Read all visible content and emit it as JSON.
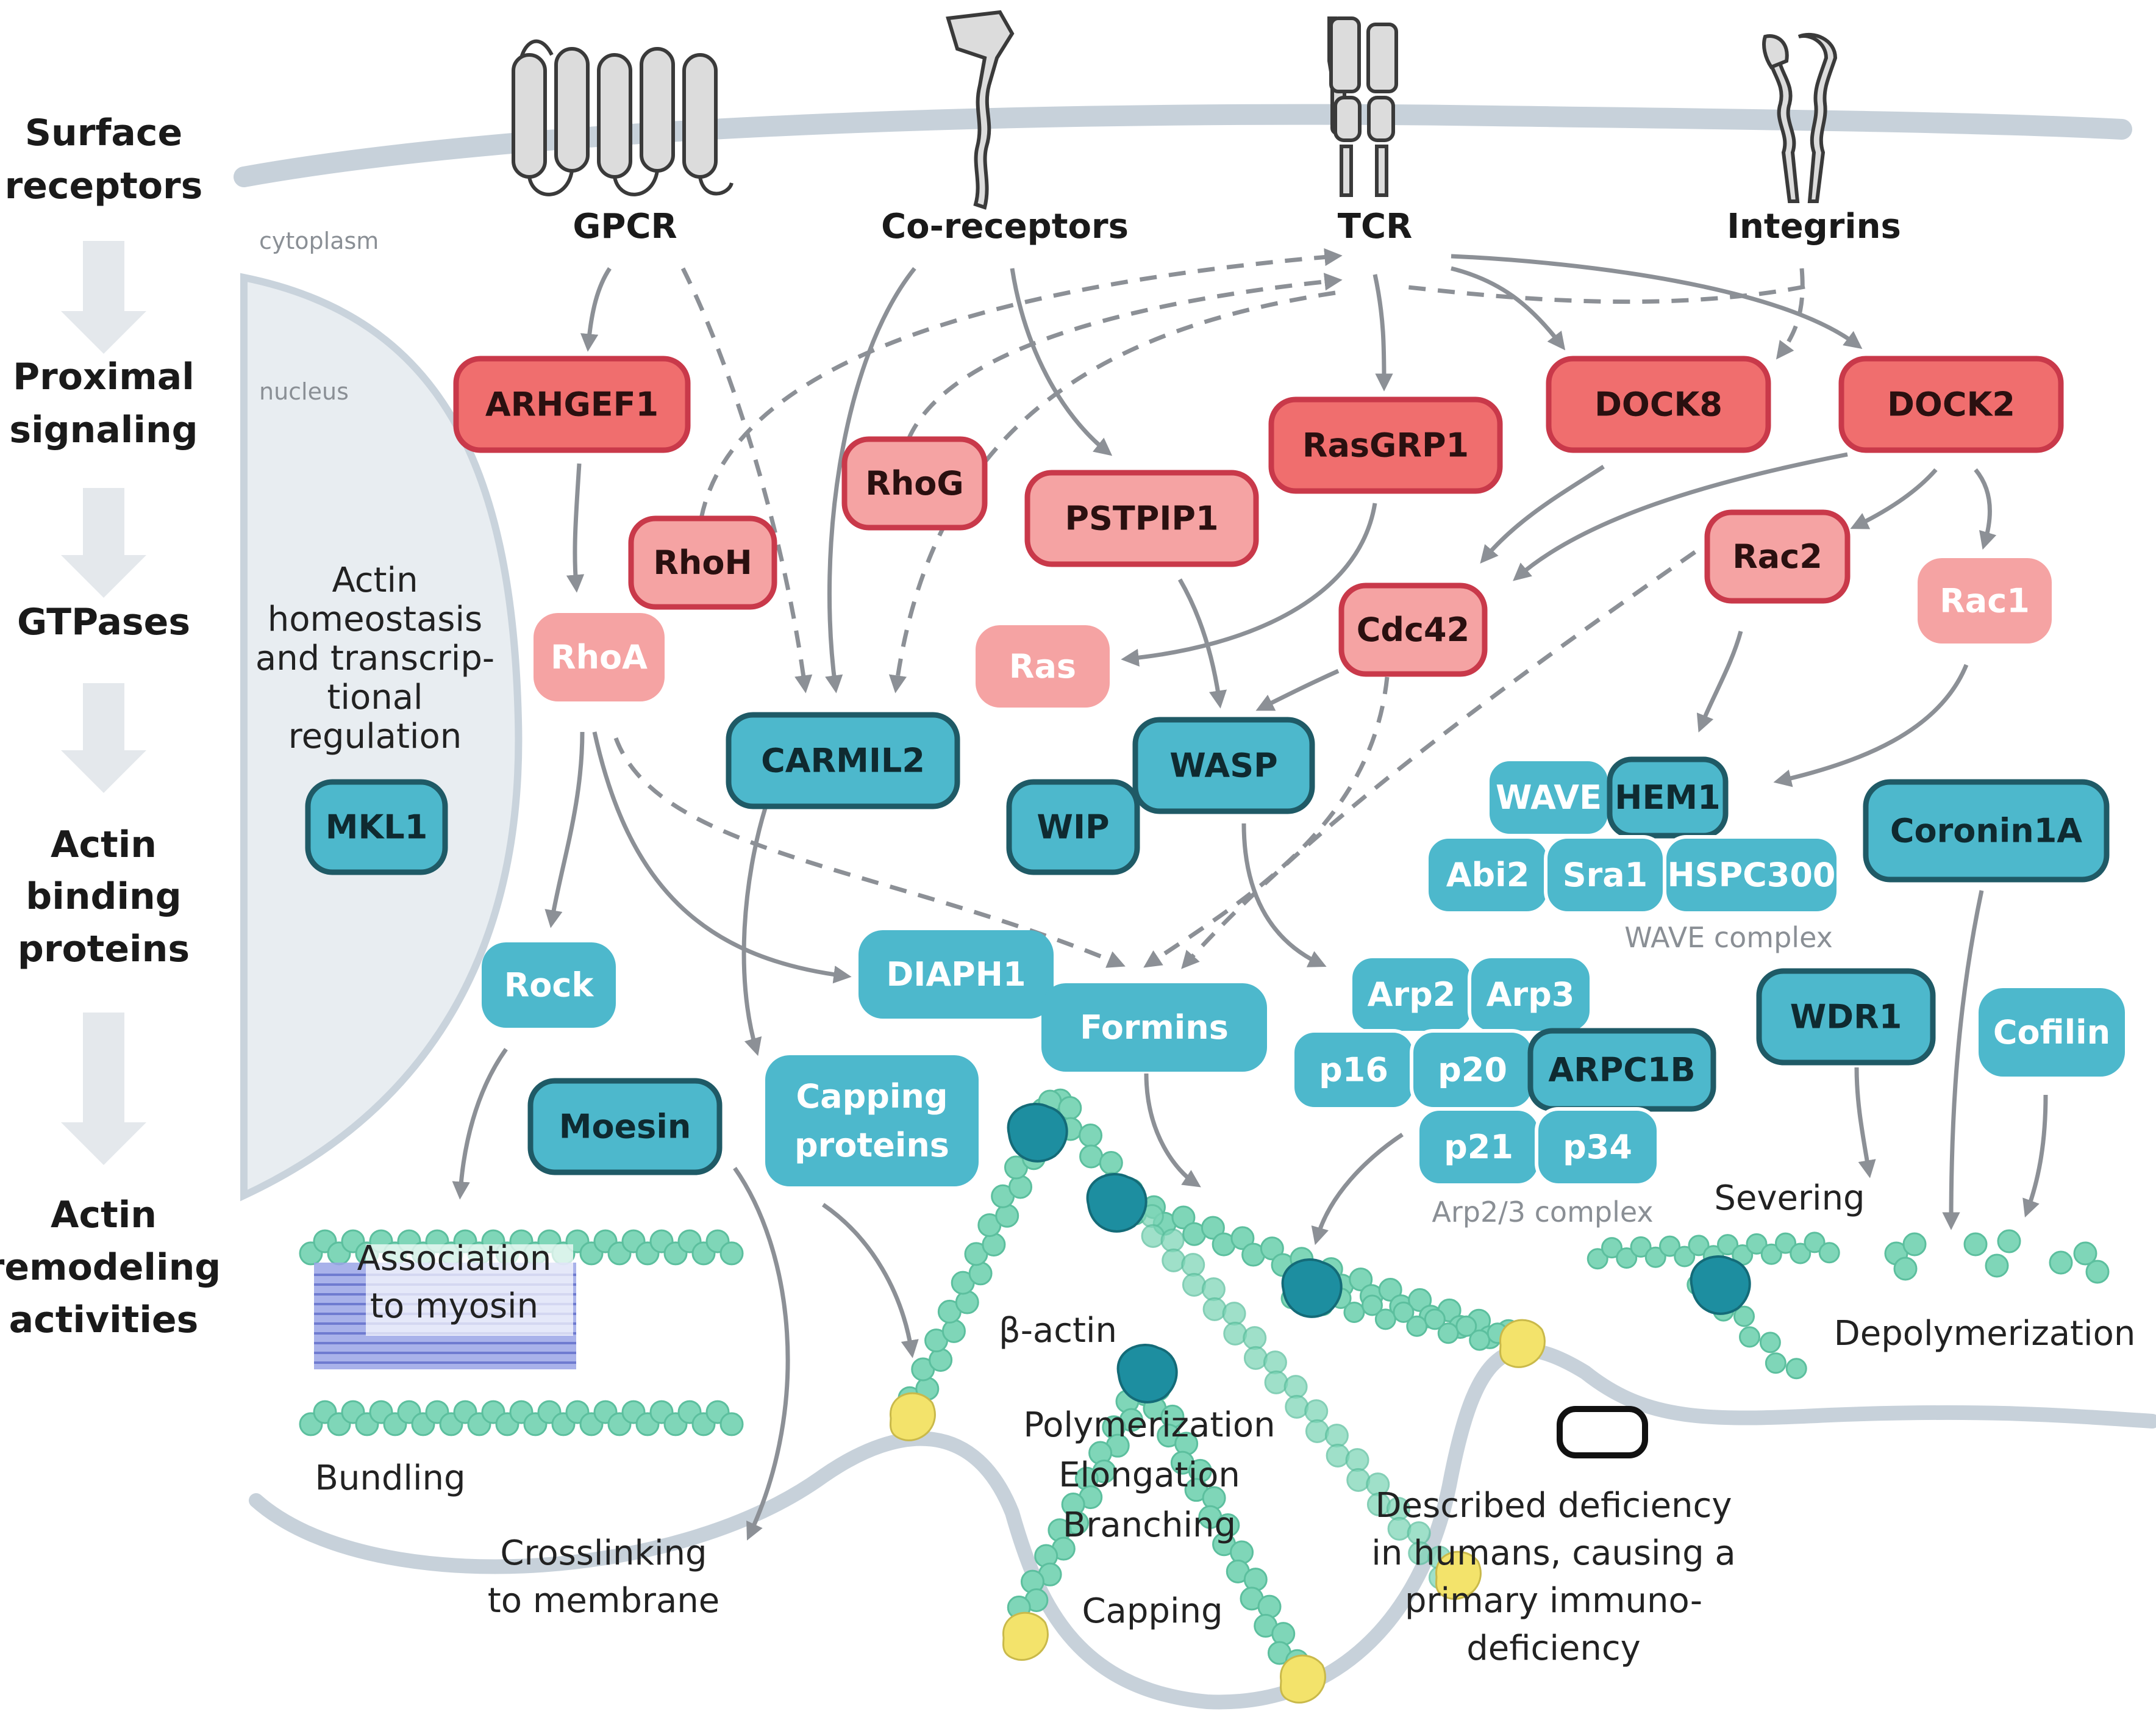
{
  "stages": [
    {
      "id": "surface",
      "lines": [
        "Surface",
        "receptors"
      ]
    },
    {
      "id": "proximal",
      "lines": [
        "Proximal",
        "signaling"
      ]
    },
    {
      "id": "gtpases",
      "lines": [
        "GTPases"
      ]
    },
    {
      "id": "abp",
      "lines": [
        "Actin",
        "binding",
        "proteins"
      ]
    },
    {
      "id": "remodel",
      "lines": [
        "Actin",
        "remodeling",
        "activities"
      ]
    }
  ],
  "compartments": {
    "cytoplasm": "cytoplasm",
    "nucleus": "nucleus"
  },
  "receptors": [
    {
      "id": "gpcr",
      "label": "GPCR"
    },
    {
      "id": "coreceptors",
      "label": "Co-receptors"
    },
    {
      "id": "tcr",
      "label": "TCR"
    },
    {
      "id": "integrins",
      "label": "Integrins"
    }
  ],
  "nodes": {
    "arhgef1": {
      "label": "ARHGEF1",
      "kind": "proximal",
      "deficiency": true
    },
    "dock8": {
      "label": "DOCK8",
      "kind": "proximal",
      "deficiency": true
    },
    "dock2": {
      "label": "DOCK2",
      "kind": "proximal",
      "deficiency": true
    },
    "rasgrp1": {
      "label": "RasGRP1",
      "kind": "proximal",
      "deficiency": true
    },
    "rhog": {
      "label": "RhoG",
      "kind": "gtpase",
      "deficiency": true
    },
    "rhoh": {
      "label": "RhoH",
      "kind": "gtpase",
      "deficiency": true
    },
    "pstpip1": {
      "label": "PSTPIP1",
      "kind": "gtpase",
      "deficiency": true
    },
    "rac2": {
      "label": "Rac2",
      "kind": "gtpase",
      "deficiency": true
    },
    "cdc42": {
      "label": "Cdc42",
      "kind": "gtpase",
      "deficiency": true
    },
    "rhoa": {
      "label": "RhoA",
      "kind": "gtpase",
      "deficiency": false
    },
    "ras": {
      "label": "Ras",
      "kind": "gtpase",
      "deficiency": false
    },
    "rac1": {
      "label": "Rac1",
      "kind": "gtpase",
      "deficiency": false
    },
    "carmil2": {
      "label": "CARMIL2",
      "kind": "abp",
      "deficiency": true
    },
    "wasp": {
      "label": "WASP",
      "kind": "abp",
      "deficiency": true
    },
    "wip": {
      "label": "WIP",
      "kind": "abp",
      "deficiency": true
    },
    "mkl1": {
      "label": "MKL1",
      "kind": "abp",
      "deficiency": true
    },
    "coronin1a": {
      "label": "Coronin1A",
      "kind": "abp",
      "deficiency": true
    },
    "wdr1": {
      "label": "WDR1",
      "kind": "abp",
      "deficiency": true
    },
    "moesin": {
      "label": "Moesin",
      "kind": "abp",
      "deficiency": true
    },
    "rock": {
      "label": "Rock",
      "kind": "abp",
      "deficiency": false
    },
    "diaph1": {
      "label": "DIAPH1",
      "kind": "abp",
      "deficiency": false
    },
    "formins": {
      "label": "Formins",
      "kind": "abp",
      "deficiency": false
    },
    "capping": {
      "label": "Capping proteins",
      "lines": [
        "Capping",
        "proteins"
      ],
      "kind": "abp",
      "deficiency": false
    },
    "cofilin": {
      "label": "Cofilin",
      "kind": "abp",
      "deficiency": false
    }
  },
  "wave_complex": {
    "title": "WAVE complex",
    "subunits": [
      {
        "id": "wave",
        "label": "WAVE",
        "deficiency": false
      },
      {
        "id": "hem1",
        "label": "HEM1",
        "deficiency": true
      },
      {
        "id": "abi2",
        "label": "Abi2",
        "deficiency": false
      },
      {
        "id": "sra1",
        "label": "Sra1",
        "deficiency": false
      },
      {
        "id": "hspc300",
        "label": "HSPC300",
        "deficiency": false
      }
    ]
  },
  "arp_complex": {
    "title": "Arp2/3 complex",
    "subunits": [
      {
        "id": "arp2",
        "label": "Arp2",
        "deficiency": false
      },
      {
        "id": "arp3",
        "label": "Arp3",
        "deficiency": false
      },
      {
        "id": "p16",
        "label": "p16",
        "deficiency": false
      },
      {
        "id": "p20",
        "label": "p20",
        "deficiency": false
      },
      {
        "id": "arpc1b",
        "label": "ARPC1B",
        "deficiency": true
      },
      {
        "id": "p21",
        "label": "p21",
        "deficiency": false
      },
      {
        "id": "p34",
        "label": "p34",
        "deficiency": false
      }
    ]
  },
  "annotations": {
    "nuclear_function": [
      "Actin",
      "homeostasis",
      "and transcrip-",
      "tional",
      "regulation"
    ],
    "association": [
      "Association",
      "to myosin"
    ],
    "bundling": "Bundling",
    "crosslinking": [
      "Crosslinking",
      "to membrane"
    ],
    "beta_actin": "β-actin",
    "polymerization": [
      "Polymerization",
      "Elongation",
      "Branching"
    ],
    "capping": "Capping",
    "severing": "Severing",
    "depolymerization": "Depolymerization"
  },
  "legend": {
    "lines": [
      "Described deficiency",
      "in humans, causing a",
      "primary immuno-",
      "deficiency"
    ]
  },
  "colors": {
    "proximal_fill": "#f06e6e",
    "proximal_stroke": "#c9394a",
    "gtpase_fill": "#f5a3a3",
    "gtpase_stroke": "#c9394a",
    "abp_fill": "#4db8cc",
    "abp_stroke": "#1f5a66",
    "membrane": "#c7d1da",
    "nucleus": "#e8edf1",
    "arrow": "#8c9096",
    "actin_bead": "#7fd6b8",
    "actin_dark": "#1d8ea0",
    "cap": "#f3e36b"
  }
}
